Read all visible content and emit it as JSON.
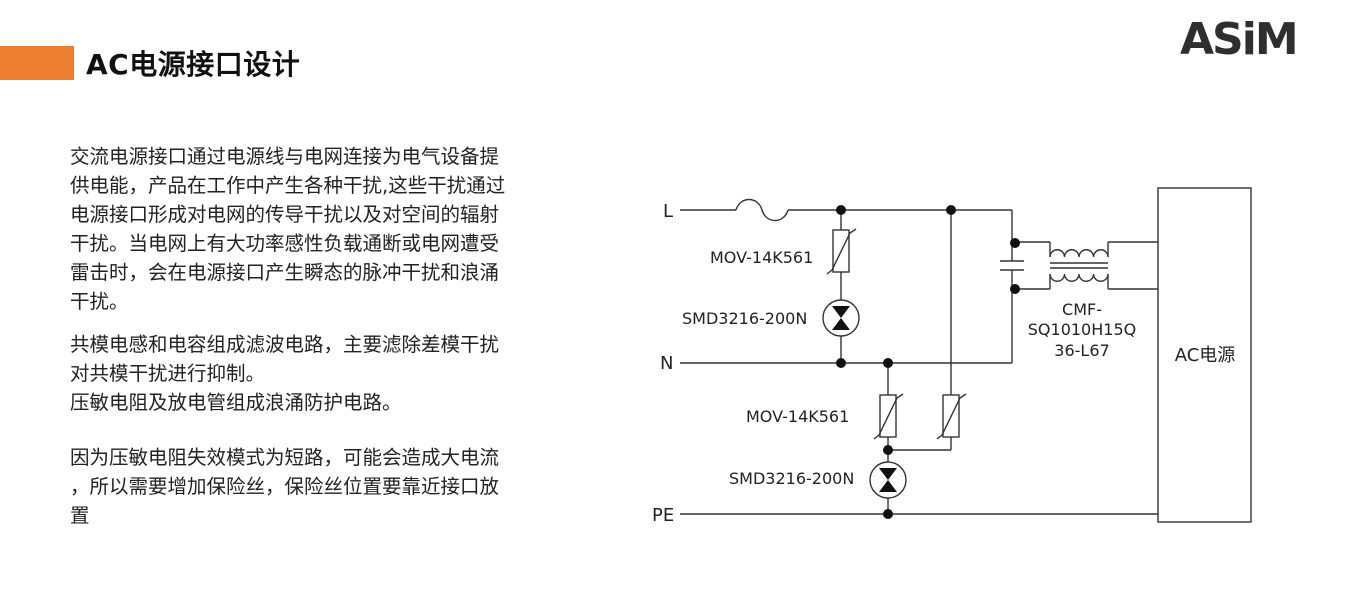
{
  "header": {
    "title": "AC电源接口设计",
    "logo_text": "ASiM",
    "accent_color": "#ED7D31"
  },
  "body": {
    "paragraphs": [
      "交流电源接口通过电源线与电网连接为电气设备提\n供电能，产品在工作中产生各种干扰,这些干扰通过\n电源接口形成对电网的传导干扰以及对空间的辐射\n干扰。当电网上有大功率感性负载通断或电网遭受\n雷击时，会在电源接口产生瞬态的脉冲干扰和浪涌\n干扰。",
      "共模电感和电容组成滤波电路，主要滤除差模干扰\n对共模干扰进行抑制。\n压敏电阻及放电管组成浪涌防护电路。",
      "因为压敏电阻失效模式为短路，可能会造成大电流\n，所以需要增加保险丝，保险丝位置要靠近接口放\n置"
    ]
  },
  "circuit": {
    "lines": {
      "L": "L",
      "N": "N",
      "PE": "PE"
    },
    "mov_top": "MOV-14K561",
    "gdt_top": "SMD3216-200N",
    "mov_bottom": "MOV-14K561",
    "gdt_bottom": "SMD3216-200N",
    "choke_label_1": "CMF-",
    "choke_label_2": "SQ1010H15Q",
    "choke_label_3": "36-L67",
    "ac_block": "AC电源"
  }
}
